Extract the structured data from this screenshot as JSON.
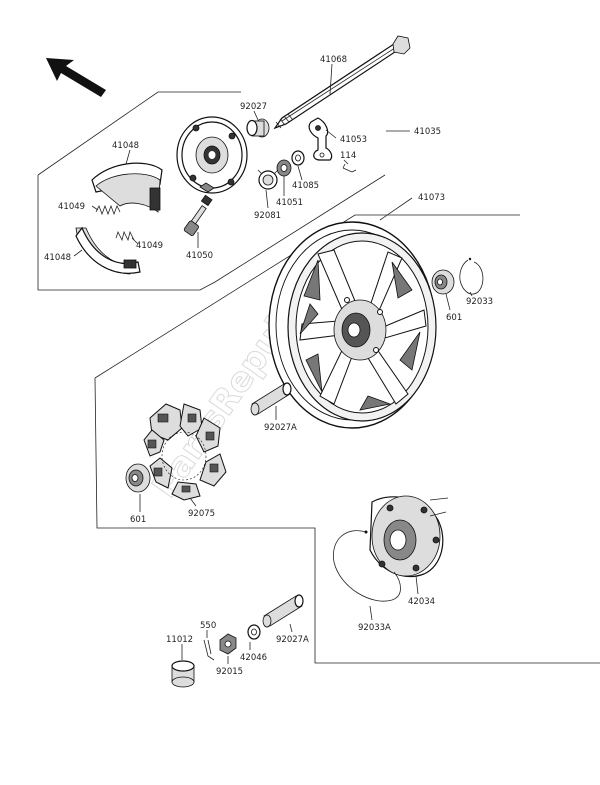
{
  "watermark": "PartsRepublik",
  "callouts": {
    "c41068": "41068",
    "c41035": "41035",
    "c92027": "92027",
    "c41053": "41053",
    "c41048_top": "41048",
    "c114": "114",
    "c41085": "41085",
    "c41051": "41051",
    "c92081": "92081",
    "c41049_a": "41049",
    "c41049_b": "41049",
    "c41048_bot": "41048",
    "c41050": "41050",
    "c41073": "41073",
    "c92033": "92033",
    "c601_right": "601",
    "c92027A_mid": "92027A",
    "c601_left": "601",
    "c92075": "92075",
    "c42034": "42034",
    "c92033A": "92033A",
    "c550": "550",
    "c11012": "11012",
    "c92027A_low": "92027A",
    "c42046": "42046",
    "c92015": "92015"
  }
}
